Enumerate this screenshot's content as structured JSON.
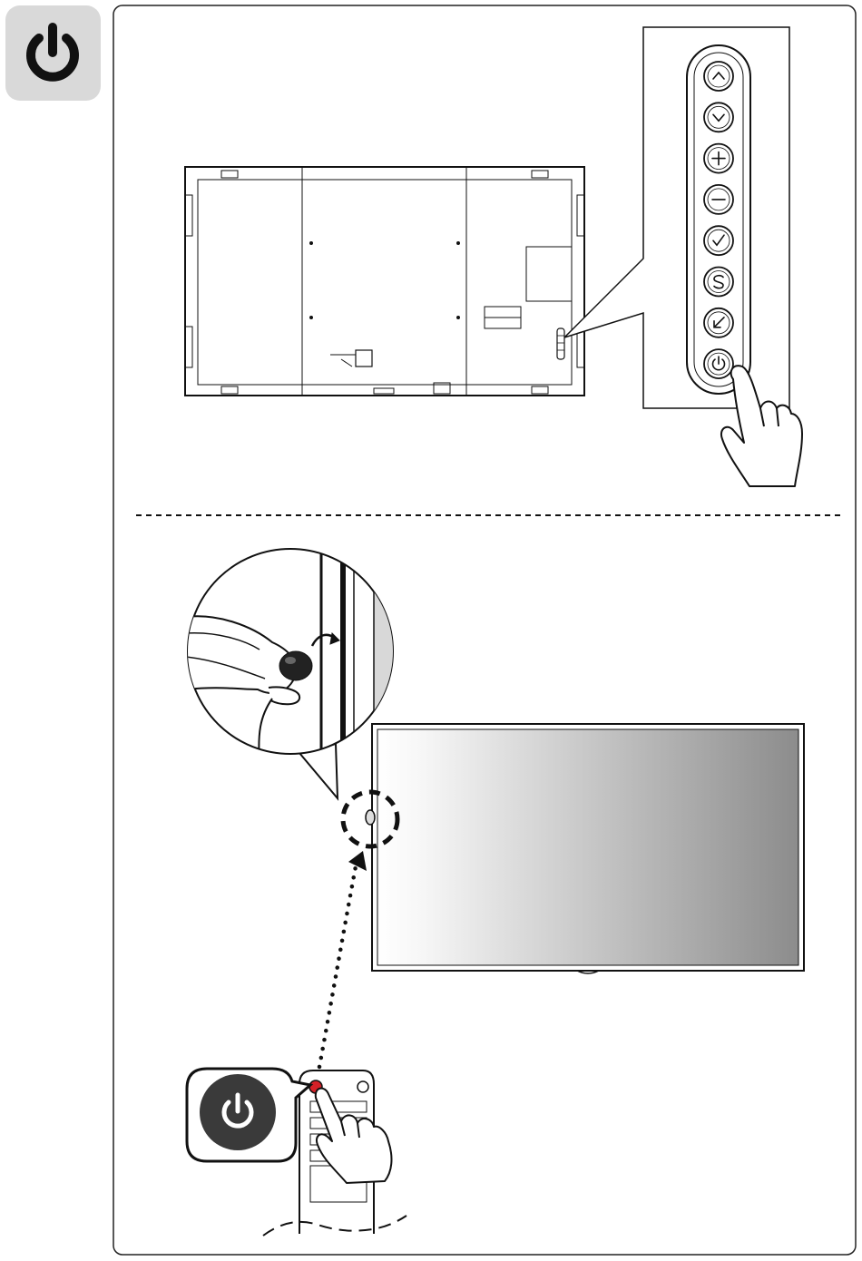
{
  "page": {
    "side_tab_icon": "power-icon",
    "side_tab_color": "#d9d9d9",
    "line_color": "#1a1a1a"
  },
  "rear_view": {
    "description_icons": [
      "power-cord-socket",
      "joystick-control-strip"
    ],
    "control_panel": {
      "buttons": [
        {
          "icon": "chevron-up-icon"
        },
        {
          "icon": "chevron-down-icon"
        },
        {
          "icon": "plus-icon"
        },
        {
          "icon": "minus-icon"
        },
        {
          "icon": "check-icon"
        },
        {
          "icon": "settings-s-icon"
        },
        {
          "icon": "input-arrow-icon"
        },
        {
          "icon": "power-icon"
        }
      ],
      "pressed_button": "power-icon"
    }
  },
  "front_view": {
    "screen_gradient": [
      "#ffffff",
      "#8c8c8c"
    ],
    "joystick_callout": "joystick-button",
    "remote": {
      "power_button_color": "#d42027",
      "callout_icon": "power-icon",
      "callout_bg": "#3a3a3a"
    }
  }
}
